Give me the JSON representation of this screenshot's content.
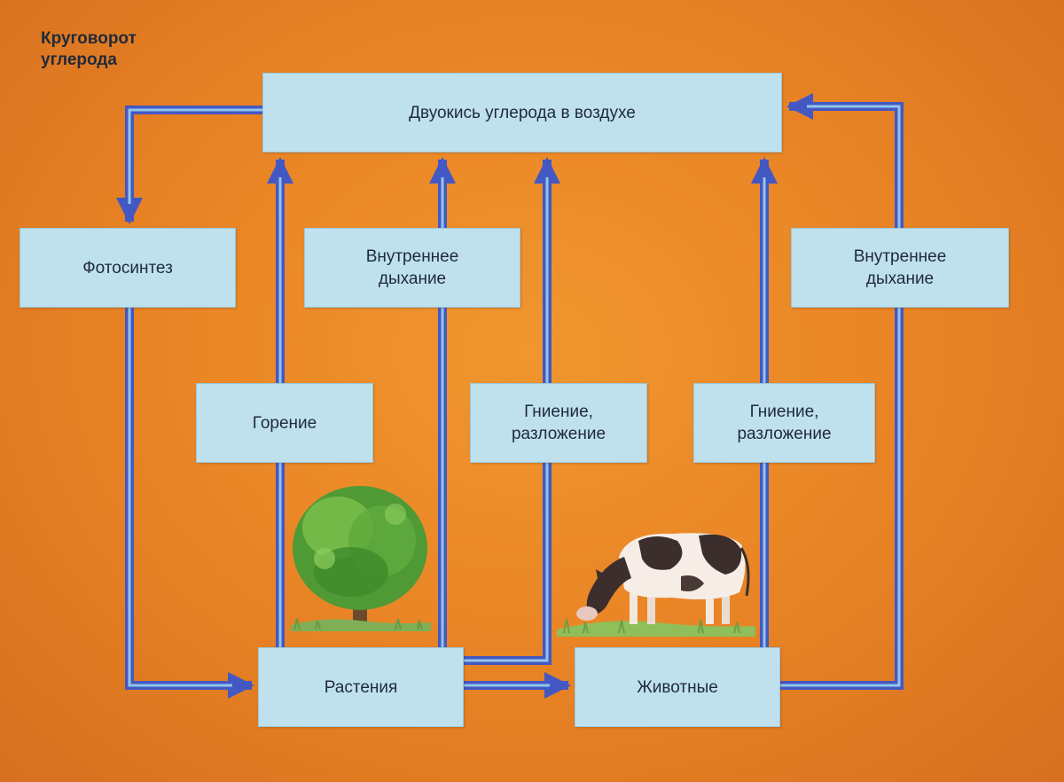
{
  "title": {
    "line1": "Круговорот",
    "line2": "углерода"
  },
  "nodes": {
    "air": "Двуокись углерода в воздухе",
    "photosynthesis": "Фотосинтез",
    "respiration_plants": {
      "line1": "Внутреннее",
      "line2": "дыхание"
    },
    "respiration_animals": {
      "line1": "Внутреннее",
      "line2": "дыхание"
    },
    "combustion": "Горение",
    "decay_plants": {
      "line1": "Гниение,",
      "line2": "разложение"
    },
    "decay_animals": {
      "line1": "Гниение,",
      "line2": "разложение"
    },
    "plants": "Растения",
    "animals": "Животные"
  },
  "colors": {
    "arrow": "#4458c4",
    "arrow_light": "#8fc6e8",
    "box": "#bfe1ee",
    "background": "#ea8626"
  },
  "icons": [
    "tree-icon",
    "cow-icon"
  ]
}
